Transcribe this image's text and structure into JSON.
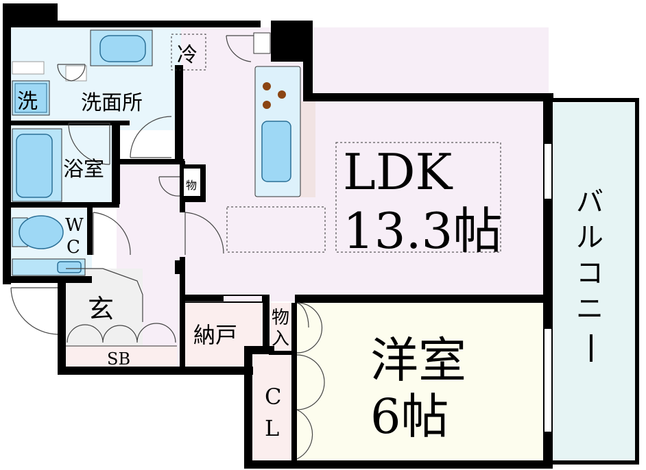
{
  "rooms": {
    "ldk": {
      "name": "LDK",
      "size": "13.3帖"
    },
    "western": {
      "name": "洋室",
      "size": "6帖"
    },
    "washroom": "洗面所",
    "bath": "浴室",
    "wc_w": "W",
    "wc_c": "C",
    "entrance": "玄",
    "shoebox": "SB",
    "storeroom": "納戸",
    "closet_c": "C",
    "closet_l": "L",
    "storage_1": "物",
    "storage_2": "入",
    "small_storage": "物",
    "fridge": "冷",
    "washer": "洗",
    "balcony": [
      "バ",
      "ル",
      "コ",
      "ニ",
      "ー"
    ]
  },
  "colors": {
    "ldk_floor": "#f7eef7",
    "western_floor": "#fdfdee",
    "wet_area": "#e8f6fc",
    "entrance_floor": "#f0f0f0",
    "storage_floor": "#fbeeee",
    "balcony_floor": "#e6f4f4",
    "walls": "#000000",
    "fixtures": "#9ed8f5"
  }
}
